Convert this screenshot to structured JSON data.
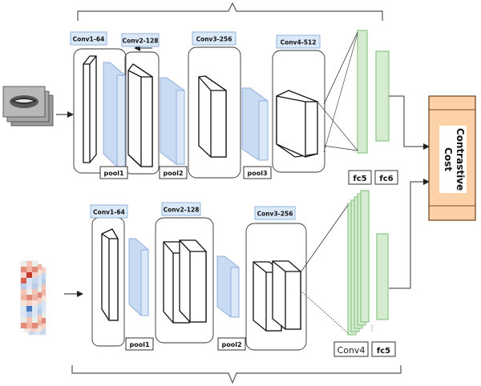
{
  "top_branch": {
    "layers": [
      {
        "id": "conv1",
        "label": "Conv1-64"
      },
      {
        "id": "conv2",
        "label": "Conv2-128"
      },
      {
        "id": "conv3",
        "label": "Conv3-256"
      },
      {
        "id": "conv4",
        "label": "Conv4-512"
      }
    ],
    "pools": [
      {
        "id": "pool1",
        "label": "pool1"
      },
      {
        "id": "pool2",
        "label": "pool2"
      },
      {
        "id": "pool3",
        "label": "pool3"
      }
    ],
    "fc": [
      {
        "id": "fc5",
        "label": "fc5"
      },
      {
        "id": "fc6",
        "label": "fc6"
      }
    ]
  },
  "bottom_branch": {
    "layers": [
      {
        "id": "conv1",
        "label": "Conv1-64"
      },
      {
        "id": "conv2",
        "label": "Conv2-128"
      },
      {
        "id": "conv3",
        "label": "Conv3-256"
      }
    ],
    "pools": [
      {
        "id": "pool1",
        "label": "pool1"
      },
      {
        "id": "pool2",
        "label": "pool2"
      }
    ],
    "extra": [
      {
        "id": "conv4",
        "label": "Conv4"
      },
      {
        "id": "fc5",
        "label": "fc5"
      }
    ]
  },
  "loss": {
    "line1": "Contrastive",
    "line2": "Cost"
  },
  "colors": {
    "label_fill": "#dbe8f7",
    "label_stroke": "#8fb4de",
    "pool_fill": "#c9daf3",
    "pool_stroke": "#8fb0dc",
    "fc_fill": "#d5ecd0",
    "fc_stroke": "#8cc486",
    "loss_fill": "#fcd1a8",
    "loss_stroke": "#7a4a28"
  },
  "icons": [
    "mouth-image-stack-icon",
    "heatmap-stack-icon"
  ]
}
